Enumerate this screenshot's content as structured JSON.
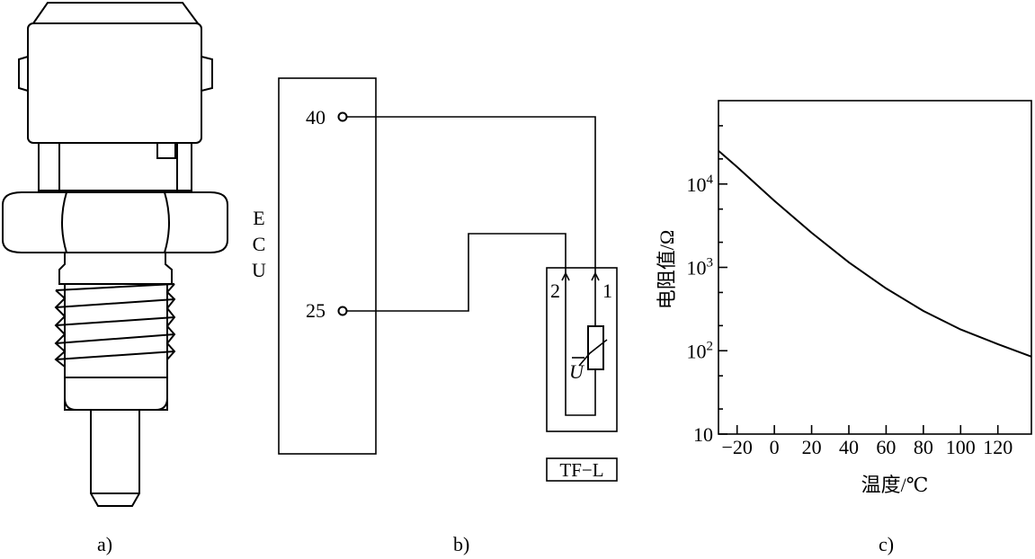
{
  "panel_a": {
    "caption": "a)"
  },
  "panel_b": {
    "caption": "b)",
    "ecu_label": "ECU",
    "pin_top": "40",
    "pin_bottom": "25",
    "terminal_2": "2",
    "terminal_1": "1",
    "voltage_symbol": "U",
    "sensor_label": "TF−L"
  },
  "panel_c": {
    "caption": "c)",
    "ylabel": "电阻值/Ω",
    "xlabel": "温度/℃",
    "x_ticks": [
      "−20",
      "0",
      "20",
      "40",
      "60",
      "80",
      "100",
      "120"
    ],
    "y_ticks": [
      {
        "base": "10",
        "exp": "4"
      },
      {
        "base": "10",
        "exp": "3"
      },
      {
        "base": "10",
        "exp": "2"
      },
      {
        "base": "10",
        "exp": ""
      }
    ]
  },
  "chart_data": {
    "type": "line",
    "title": "",
    "xlabel": "温度/℃",
    "ylabel": "电阻值/Ω",
    "y_scale": "log",
    "xlim": [
      -30,
      138
    ],
    "ylim": [
      10,
      100000
    ],
    "grid": false,
    "series": [
      {
        "x": [
          -30,
          -20,
          0,
          20,
          40,
          60,
          80,
          100,
          120,
          138
        ],
        "y": [
          25000,
          16000,
          6300,
          2600,
          1150,
          560,
          300,
          180,
          120,
          85
        ]
      }
    ]
  }
}
